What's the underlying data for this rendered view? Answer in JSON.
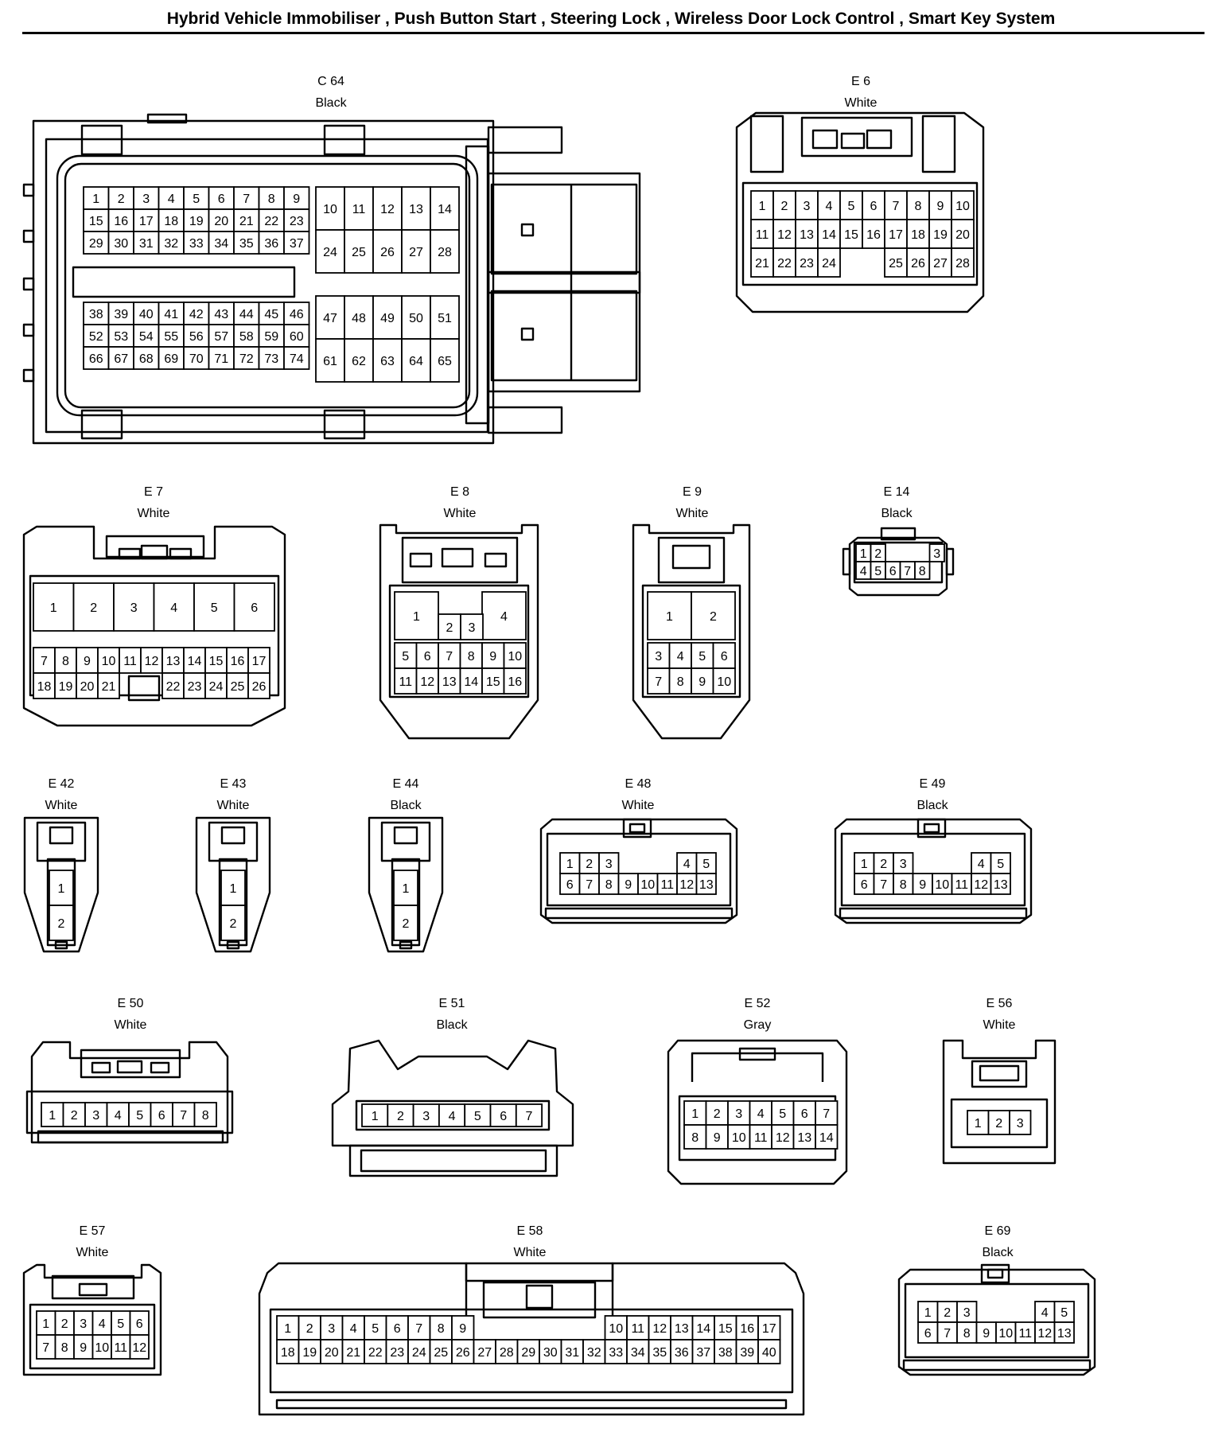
{
  "header": {
    "title": "Hybrid Vehicle Immobiliser , Push Button Start , Steering Lock , Wireless Door Lock Control , Smart Key System"
  },
  "connectors": [
    {
      "id": "C 64",
      "color": "Black"
    },
    {
      "id": "E 6",
      "color": "White"
    },
    {
      "id": "E 7",
      "color": "White"
    },
    {
      "id": "E 8",
      "color": "White"
    },
    {
      "id": "E 9",
      "color": "White"
    },
    {
      "id": "E 14",
      "color": "Black"
    },
    {
      "id": "E 42",
      "color": "White"
    },
    {
      "id": "E 43",
      "color": "White"
    },
    {
      "id": "E 44",
      "color": "Black"
    },
    {
      "id": "E 48",
      "color": "White"
    },
    {
      "id": "E 49",
      "color": "Black"
    },
    {
      "id": "E 50",
      "color": "White"
    },
    {
      "id": "E 51",
      "color": "Black"
    },
    {
      "id": "E 52",
      "color": "Gray"
    },
    {
      "id": "E 56",
      "color": "White"
    },
    {
      "id": "E 57",
      "color": "White"
    },
    {
      "id": "E 58",
      "color": "White"
    },
    {
      "id": "E 69",
      "color": "Black"
    }
  ]
}
